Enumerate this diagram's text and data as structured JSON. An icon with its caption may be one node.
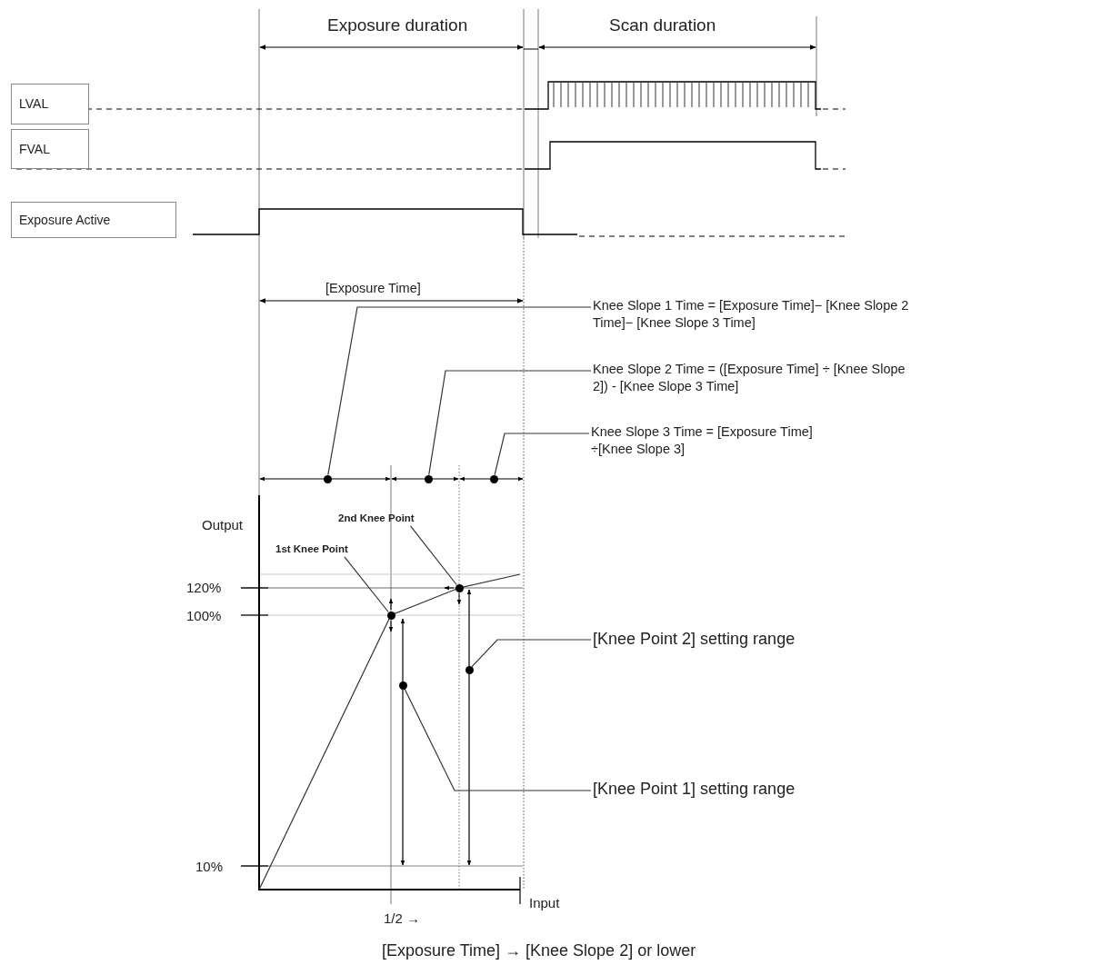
{
  "diagram": {
    "nodes": [
      {
        "text": [
          "LVAL"
        ]
      },
      {
        "text": [
          "FVAL"
        ]
      },
      {
        "text": [
          "Exposure Active"
        ]
      },
      {
        "text": [
          "Knee Slope 1 Time = [Exposure Time]− [Knee Slope 2 Time]− [Knee Slope 3 Time]"
        ]
      },
      {
        "text": [
          "Knee Slope 2 Time = ([Exposure Time] ÷ [Knee Slope 2]) - [Knee Slope 3 Time]"
        ]
      },
      {
        "text": [
          "Knee Slope 3 Time = [Exposure Time] ÷[Knee Slope 3]"
        ]
      },
      {
        "text": [
          "1st Knee Point"
        ]
      },
      {
        "text": [
          "2nd Knee Point"
        ]
      },
      {
        "text": [
          "[Knee Point 2] setting range"
        ]
      },
      {
        "text": [
          "[Knee Point 1] setting range"
        ]
      },
      {
        "text": [],
        "shape": "circle"
      },
      {
        "text": [],
        "shape": "circle"
      },
      {
        "text": [],
        "shape": "circle"
      },
      {
        "text": [],
        "shape": "circle"
      },
      {
        "text": [],
        "shape": "circle"
      },
      {
        "text": [],
        "shape": "circle"
      },
      {
        "text": [],
        "shape": "circle"
      }
    ],
    "edges": [
      {
        "from": 3,
        "to": 10,
        "arrow": "none"
      },
      {
        "from": 4,
        "to": 11,
        "arrow": "none"
      },
      {
        "from": 5,
        "to": 12,
        "arrow": "none"
      },
      {
        "from": 6,
        "to": 13,
        "arrow": "none"
      },
      {
        "from": 7,
        "to": 14,
        "arrow": "none"
      },
      {
        "from": 8,
        "to": 16,
        "arrow": "none"
      },
      {
        "from": 9,
        "to": 15,
        "arrow": "none"
      }
    ],
    "labels": [
      "Exposure duration",
      "Scan duration",
      "[Exposure Time]",
      "Output",
      "120%",
      "100%",
      "10%",
      "1/2 →",
      "Input",
      "[Exposure Time] → [Knee Slope 2] or lower"
    ]
  }
}
